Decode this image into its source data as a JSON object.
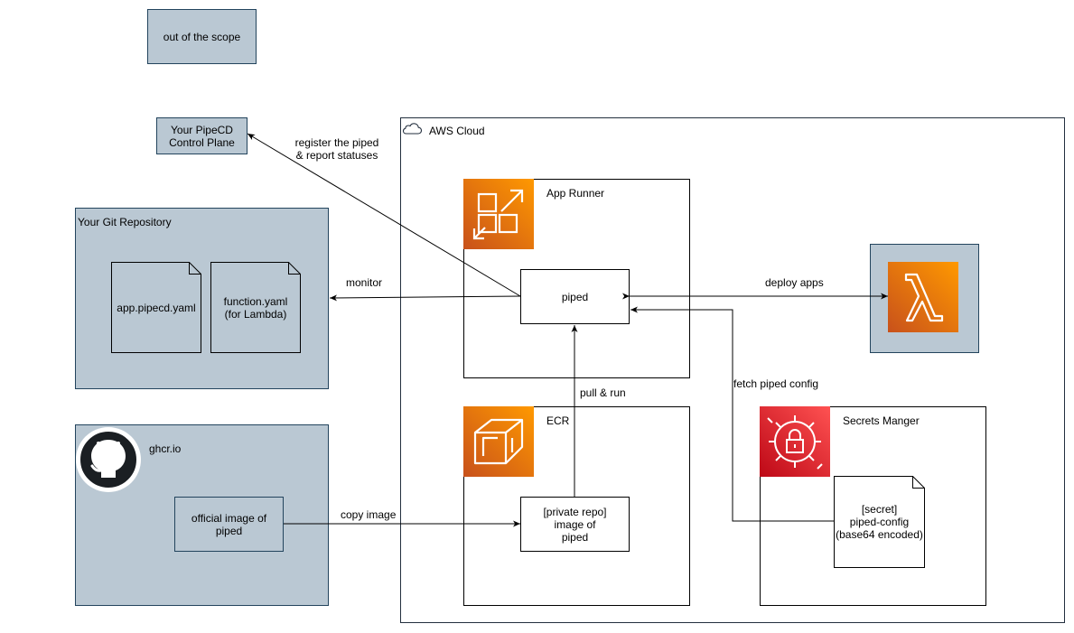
{
  "legend": {
    "out_of_scope": "out of the scope"
  },
  "control_plane": {
    "line1": "Your PipeCD",
    "line2": "Control Plane"
  },
  "git_repo": {
    "title": "Your Git Repository",
    "file1": "app.pipecd.yaml",
    "file2_line1": "function.yaml",
    "file2_line2": "(for Lambda)"
  },
  "ghcr": {
    "title": "ghcr.io",
    "image_line1": "official image of",
    "image_line2": "piped"
  },
  "aws": {
    "title": "AWS Cloud"
  },
  "app_runner": {
    "title": "App Runner",
    "piped": "piped"
  },
  "ecr": {
    "title": "ECR",
    "line1": "[private repo]",
    "line2": "image of",
    "line3": "piped"
  },
  "secrets": {
    "title": "Secrets Manger",
    "line1": "[secret]",
    "line2": "piped-config",
    "line3": "(base64 encoded)"
  },
  "edges": {
    "register_line1": "register the piped",
    "register_line2": "& report statuses",
    "monitor": "monitor",
    "deploy": "deploy apps",
    "pull_run": "pull & run",
    "fetch_config": "fetch piped config",
    "copy_image": "copy image"
  },
  "colors": {
    "grey_fill": "#bac8d3",
    "aws_orange_light": "#F78E04",
    "aws_orange_dark": "#D05C17",
    "aws_red_light": "#F54749",
    "aws_red_dark": "#C7131F"
  },
  "icons": [
    "cloud-icon",
    "app-runner-icon",
    "ecr-icon",
    "secrets-manager-icon",
    "lambda-icon",
    "github-icon"
  ]
}
